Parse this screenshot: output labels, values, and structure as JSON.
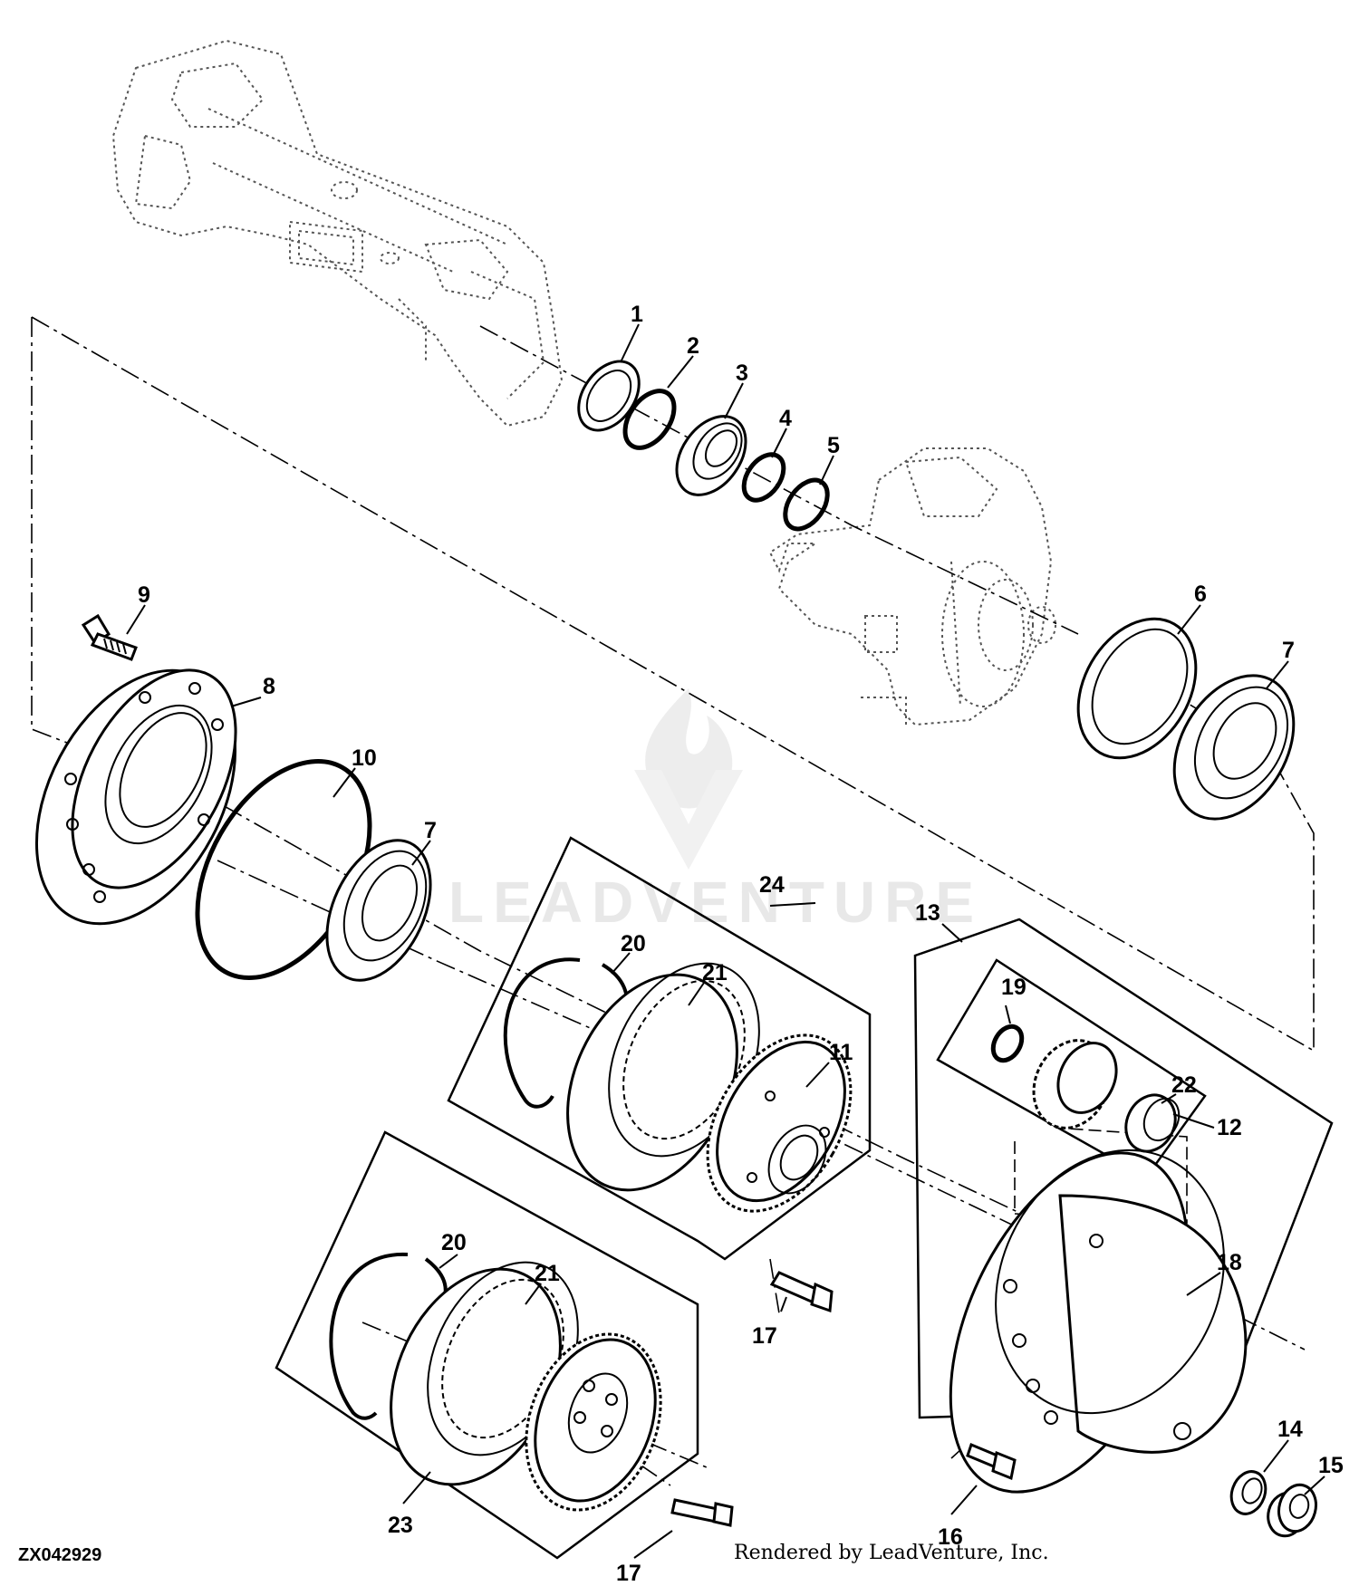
{
  "figure_id": "ZX042929",
  "credit": "Rendered by LeadVenture, Inc.",
  "watermark": "LEADVENTURE",
  "callouts": {
    "c1": "1",
    "c2": "2",
    "c3": "3",
    "c4": "4",
    "c5": "5",
    "c6": "6",
    "c7a": "7",
    "c7b": "7",
    "c8": "8",
    "c9": "9",
    "c10": "10",
    "c11": "11",
    "c12": "12",
    "c13": "13",
    "c14": "14",
    "c15": "15",
    "c16": "16",
    "c17a": "17",
    "c17b": "17",
    "c18": "18",
    "c19": "19",
    "c20a": "20",
    "c20b": "20",
    "c21a": "21",
    "c21b": "21",
    "c22": "22",
    "c23": "23",
    "c24": "24"
  }
}
